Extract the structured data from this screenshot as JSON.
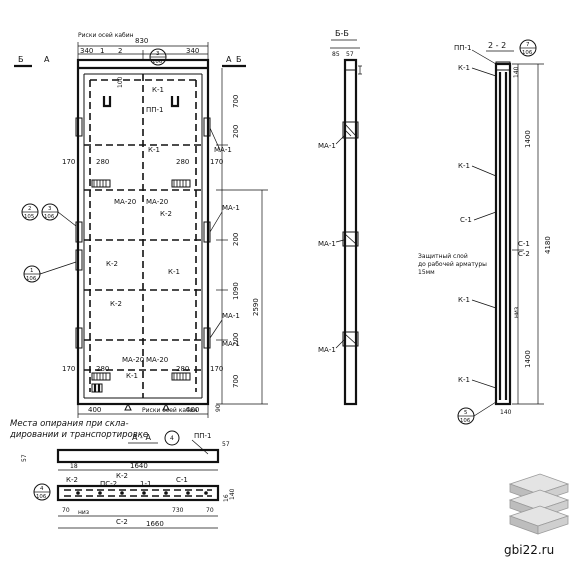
{
  "plan": {
    "notes": {
      "cable_top": "Риски осей кабин",
      "cable_bottom": "Риски осей кабин",
      "support": "Места опирания при скла-",
      "support2": "дировании и транспортировке"
    },
    "dims": {
      "top_total": "830",
      "top_left": "340",
      "top_right": "340",
      "top_mid": "2",
      "top_mid2": "1",
      "left_side": "170",
      "left_side2": "170",
      "bottom_left": "400",
      "bottom_right": "400",
      "right_700a": "700",
      "right_200a": "200",
      "right_200b": "200",
      "right_1090": "1090",
      "right_200c": "200",
      "right_700b": "700",
      "right_2590": "2590",
      "right_90": "90",
      "w280_1": "280",
      "w280_2": "280",
      "w280_3": "280",
      "w280_4": "280",
      "dim_10": "100"
    },
    "labels": {
      "k1_a": "К-1",
      "pp1": "ПП-1",
      "k1_b": "К-1",
      "k2_a": "К-2",
      "ma20_a": "МА-20",
      "ma20_b": "МА-20",
      "ma20_c": "МА-20",
      "ma20_d": "МА-20",
      "k2_b": "К-2",
      "k1_c": "К-1",
      "k2_c": "К-2",
      "k1_d": "К-1",
      "ma1_a": "МА-1",
      "ma1_b": "МА-1",
      "ma1_c": "МА-1",
      "ma1_d": "МА-1"
    },
    "markers": {
      "b_left": "Б",
      "b_right": "Б",
      "a_left": "А",
      "a_right": "А",
      "circ3_top": "3",
      "circ3_bot": "106",
      "circ2_top": "2",
      "circ2_bot": "105",
      "circ3b_top": "3",
      "circ3b_bot": "106",
      "circ1_top": "1",
      "circ1_bot": "106"
    }
  },
  "section_bb": {
    "title": "Б-Б",
    "dim_85": "85",
    "dim_57": "57",
    "ma1_a": "МА-1",
    "ma1_b": "МА-1",
    "ma1_c": "МА-1"
  },
  "section_22": {
    "title": "2 - 2",
    "circ_top": "7",
    "circ_bot": "106",
    "pp1": "ПП-1",
    "k1_a": "К-1",
    "k1_b": "К-1",
    "c1": "С-1",
    "c1b": "С-1",
    "c2": "С-2",
    "k1_c": "К-1",
    "k1_d": "К-1",
    "dim_1400a": "1400",
    "dim_1400b": "1400",
    "dim_4180": "4180",
    "dim_140a": "140",
    "dim_140b": "140",
    "niz": "низ",
    "note1": "Защитный слой",
    "note2": "до рабочей арматуры",
    "note3": "15мм",
    "circ_bot2_top": "5",
    "circ_bot2_bot": "106"
  },
  "section_aa": {
    "title": "А - А",
    "circ_top": "4",
    "pp1": "ПП-1",
    "dim_57": "57",
    "dim_1640": "1640",
    "dim_18": "18",
    "k2": "К-2",
    "k2b": "К-2",
    "ps2": "ПС-2",
    "i1": "1-1",
    "c1": "С-1",
    "dim_70a": "70",
    "dim_70b": "70",
    "niz": "низ",
    "dim_730": "730",
    "c2": "С-2",
    "dim_1660": "1660",
    "dim_140": "140",
    "dim_16": "16",
    "circ_left_top": "4",
    "circ_left_bot": "106"
  },
  "watermark": {
    "site": "gbi22.ru"
  }
}
